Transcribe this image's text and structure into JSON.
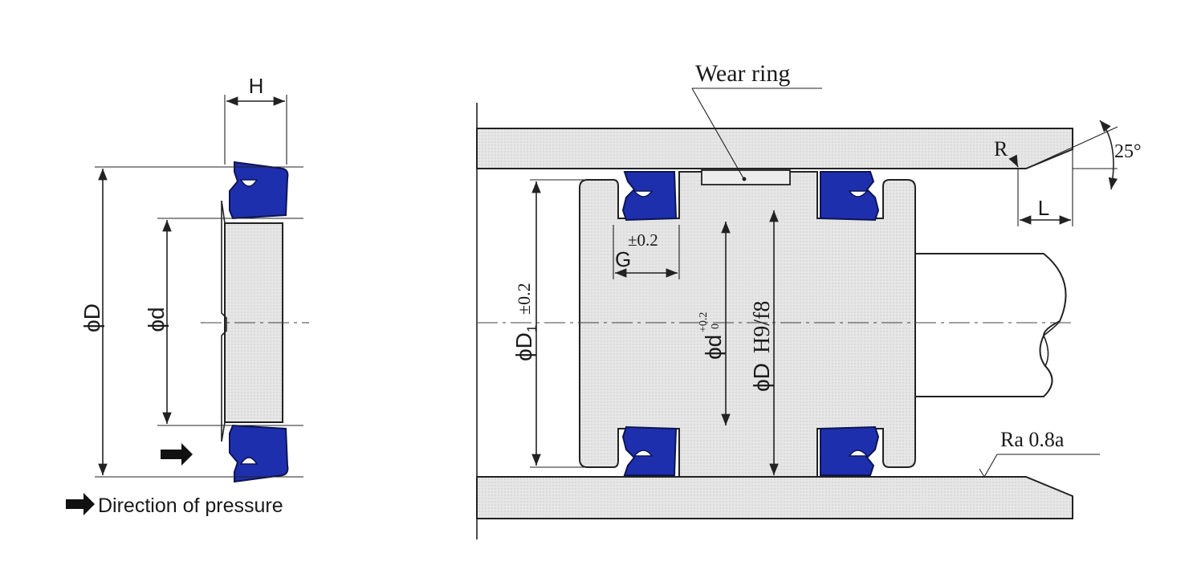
{
  "labels": {
    "H": "H",
    "phiD_left": "ϕD",
    "phid_left": "ϕd",
    "wear_ring": "Wear ring",
    "R": "R",
    "angle": "25°",
    "L": "L",
    "G": "G",
    "G_tol": "±0.2",
    "phiD1": "ϕD",
    "D1_sub": "1",
    "D1_tol": "±0.2",
    "phid_right": "ϕd",
    "d_tol_upper": "+0.2",
    "d_tol_lower": "0",
    "phiD_right": "ϕD",
    "D_fit": "H9/f8",
    "ra": "Ra 0.8a",
    "direction": "Direction of pressure"
  },
  "colors": {
    "seal": "#1e2fae",
    "hatch": "#e4e4e4",
    "ink": "#1a1a1a"
  }
}
